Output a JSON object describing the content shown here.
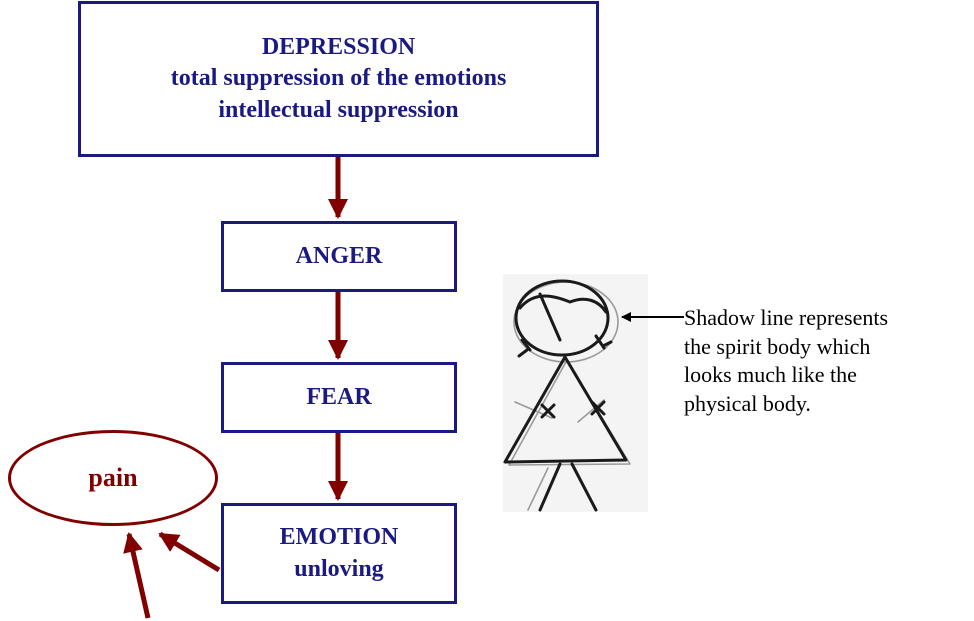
{
  "boxes": {
    "depression": {
      "line1": "DEPRESSION",
      "line2": "total suppression of the emotions",
      "line3": "intellectual suppression"
    },
    "anger": {
      "label": "ANGER"
    },
    "fear": {
      "label": "FEAR"
    },
    "emotion": {
      "line1": "EMOTION",
      "line2": "unloving"
    }
  },
  "pain": {
    "label": "pain"
  },
  "caption": {
    "line1": "Shadow line represents",
    "line2": "the spirit body which",
    "line3": "looks much like the",
    "line4": "physical body."
  },
  "colors": {
    "box_border": "#1a1a80",
    "box_text": "#1a1a80",
    "arrow": "#800000",
    "pain": "#800000"
  },
  "icons": {
    "figure": "stick-figure-icon"
  }
}
